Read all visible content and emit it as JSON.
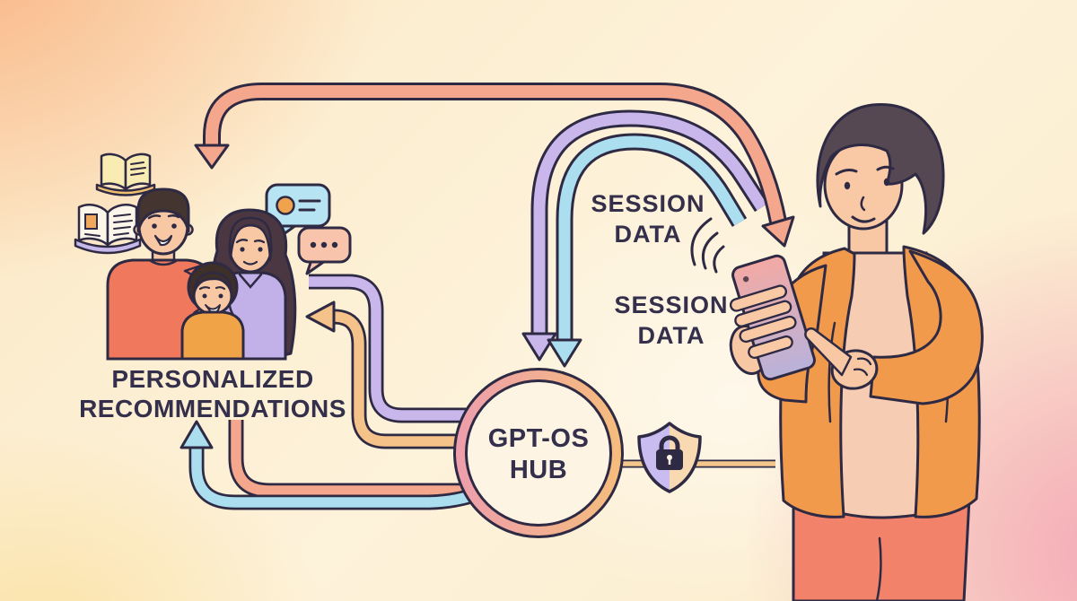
{
  "labels": {
    "personalized_recommendations": {
      "line1": "PERSONALIZED",
      "line2": "RECOMMENDATIONS"
    },
    "session_data_top": {
      "line1": "SESSION",
      "line2": "DATA"
    },
    "session_data_bottom": {
      "line1": "SESSION",
      "line2": "DATA"
    },
    "hub": {
      "line1": "GPT-OS",
      "line2": "HUB"
    }
  },
  "icons": {
    "books": [
      "open-book",
      "open-book"
    ],
    "chat_bubbles": [
      "chat-bubble-avatar-lines",
      "chat-bubble-typing-dots"
    ],
    "security": "shield-lock",
    "signal": "wifi-waves",
    "device": "smartphone"
  },
  "figures": {
    "left_group": "family-of-three",
    "right_figure": "person-using-smartphone"
  },
  "colors": {
    "background_top_left": "#fbbf9a",
    "background_bottom_left": "#fcedc6",
    "background_top_right": "#faeec0",
    "background_bottom_right": "#f4aebd",
    "outline": "#2f2a44",
    "text": "#342f4b",
    "arrow_coral": "#f4a78d",
    "arrow_purple": "#c9b7ec",
    "arrow_cyan": "#abdff0",
    "arrow_orange": "#f5c289",
    "hub_ring_pink": "#ee9fab",
    "hub_ring_orange": "#f5bc7d",
    "hub_fill": "#fdf4e4",
    "shield_lavender": "#c9bcf0",
    "shield_peach": "#f8d9b2"
  }
}
